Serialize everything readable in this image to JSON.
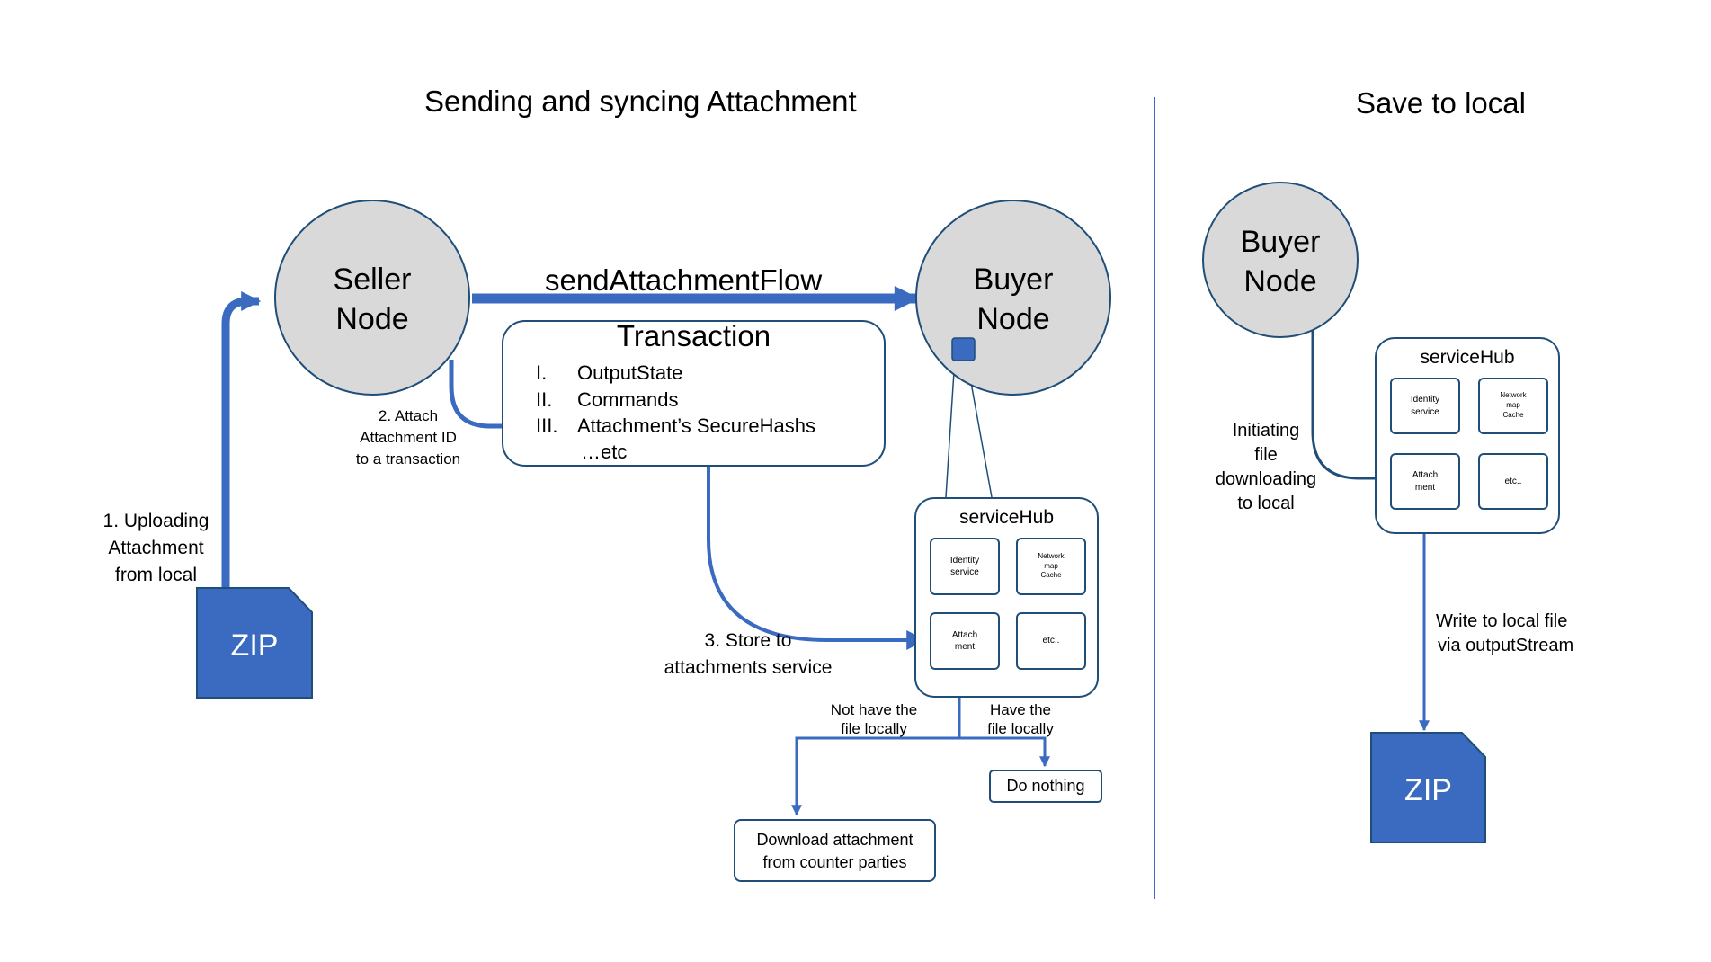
{
  "colors": {
    "blue": "#3a6bc0",
    "dark_outline": "#1f4e79",
    "node_fill": "#d9d9d9",
    "zip_fill": "#3a6bc0"
  },
  "left_panel": {
    "title": "Sending and syncing Attachment",
    "seller_node": {
      "line1": "Seller",
      "line2": "Node"
    },
    "buyer_node": {
      "line1": "Buyer",
      "line2": "Node"
    },
    "flow_label": "sendAttachmentFlow",
    "transaction": {
      "title": "Transaction",
      "items": [
        {
          "num": "I.",
          "text": "OutputState"
        },
        {
          "num": "II.",
          "text": "Commands"
        },
        {
          "num": "III.",
          "text": "Attachment’s SecureHashs"
        }
      ],
      "etc": "…etc"
    },
    "step1": {
      "l1": "1. Uploading",
      "l2": "Attachment",
      "l3": "from local"
    },
    "step2": {
      "l1": "2. Attach",
      "l2": "Attachment ID",
      "l3": "to a transaction"
    },
    "step3": {
      "l1": "3. Store to",
      "l2": "attachments service"
    },
    "zip": "ZIP",
    "service_hub": {
      "title": "serviceHub",
      "identity": {
        "l1": "Identity",
        "l2": "service"
      },
      "network": {
        "l1": "Network",
        "l2": "map",
        "l3": "Cache"
      },
      "attach": {
        "l1": "Attach",
        "l2": "ment"
      },
      "etc": "etc.."
    },
    "not_have": {
      "l1": "Not have the",
      "l2": "file locally"
    },
    "have": {
      "l1": "Have the",
      "l2": "file locally"
    },
    "do_nothing": "Do nothing",
    "download": {
      "l1": "Download attachment",
      "l2": "from counter parties"
    }
  },
  "right_panel": {
    "title": "Save to local",
    "buyer_node": {
      "line1": "Buyer",
      "line2": "Node"
    },
    "service_hub": {
      "title": "serviceHub",
      "identity": {
        "l1": "Identity",
        "l2": "service"
      },
      "network": {
        "l1": "Network",
        "l2": "map",
        "l3": "Cache"
      },
      "attach": {
        "l1": "Attach",
        "l2": "ment"
      },
      "etc": "etc.."
    },
    "initiating": {
      "l1": "Initiating",
      "l2": "file",
      "l3": "downloading",
      "l4": "to local"
    },
    "write": {
      "l1": "Write to local file",
      "l2": "via outputStream"
    },
    "zip": "ZIP"
  }
}
